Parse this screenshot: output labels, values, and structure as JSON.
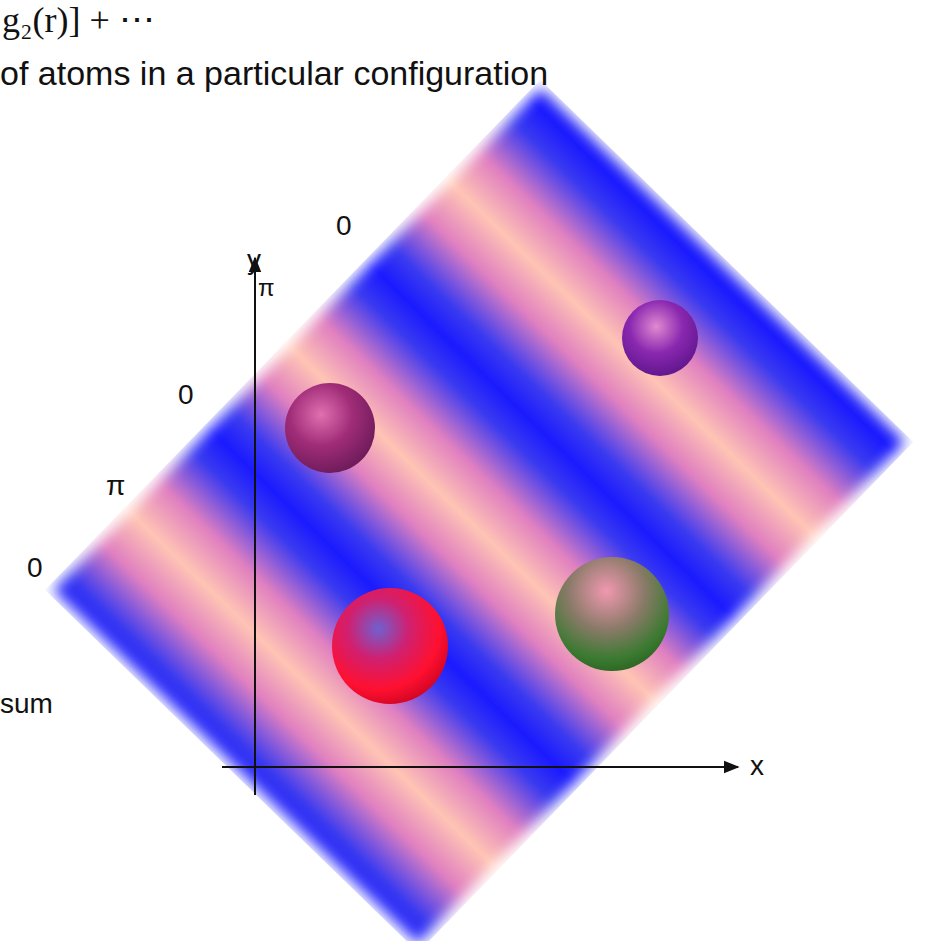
{
  "diagram": {
    "labels": [
      "g₂(r)] + ⋯",
      "of atoms in a particular configuration",
      "sum",
      "y",
      "π",
      "x",
      "0",
      "0",
      "π",
      "0"
    ]
  }
}
